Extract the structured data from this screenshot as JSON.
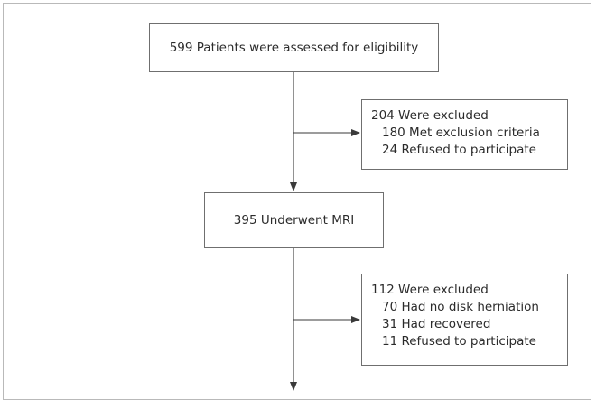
{
  "flowchart": {
    "assessed": "599 Patients were assessed for eligibility",
    "excluded1": {
      "title": "204 Were excluded",
      "items": [
        "180 Met exclusion criteria",
        "24 Refused to participate"
      ]
    },
    "mri": "395 Underwent MRI",
    "excluded2": {
      "title": "112 Were excluded",
      "items": [
        "70 Had no disk herniation",
        "31 Had recovered",
        "11 Refused to participate"
      ]
    }
  },
  "colors": {
    "line": "#3a3a3a",
    "box_border": "#6f6f6f",
    "frame_border": "#b9b9b9"
  }
}
